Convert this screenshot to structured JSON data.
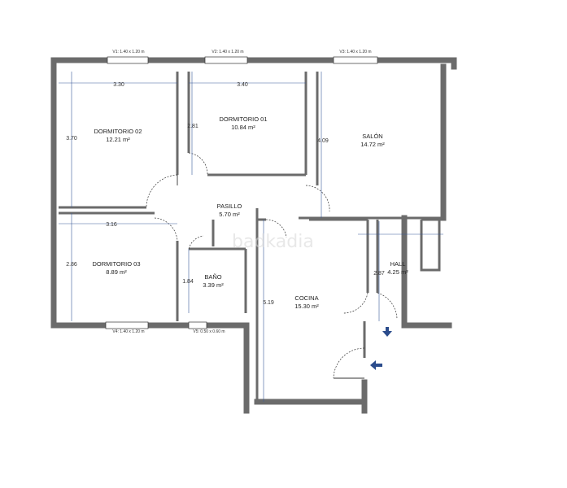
{
  "rooms": {
    "dormitorio_02": {
      "name": "DORMITORIO 02",
      "area": "12.21 m²"
    },
    "dormitorio_01": {
      "name": "DORMITORIO 01",
      "area": "10.84 m²"
    },
    "salon": {
      "name": "SALÓN",
      "area": "14.72 m²"
    },
    "pasillo": {
      "name": "PASILLO",
      "area": "5.70 m²"
    },
    "dormitorio_03": {
      "name": "DORMITORIO 03",
      "area": "8.89 m²"
    },
    "bano": {
      "name": "BAÑO",
      "area": "3.39 m²"
    },
    "cocina": {
      "name": "COCINA",
      "area": "15.30 m²"
    },
    "hall": {
      "name": "HALL",
      "area": "4.25 m²"
    }
  },
  "dimensions": {
    "d_330": "3.30",
    "d_340": "3.40",
    "d_370": "3.70",
    "d_281": "2.81",
    "d_409": "4.09",
    "d_316": "3.16",
    "d_286": "2.86",
    "d_184": "1.84",
    "d_519": "5.19",
    "d_287": "2.87"
  },
  "windows": {
    "v1": "V1: 1.40 x 1.20 m",
    "v2": "V2: 1.40 x 1.20 m",
    "v3": "V3: 1.40 x 1.20 m",
    "v4": "V4: 1.40 x 1.20 m",
    "v5": "V5: 0.50 x 0.60 m"
  },
  "watermark": "badkadia",
  "colors": {
    "wall": "#6b6b6b",
    "dimension": "#3a5a9a",
    "entry_arrow": "#2b4c8c"
  },
  "icons": [
    "entry-arrow-icon",
    "entry-arrow-icon"
  ]
}
